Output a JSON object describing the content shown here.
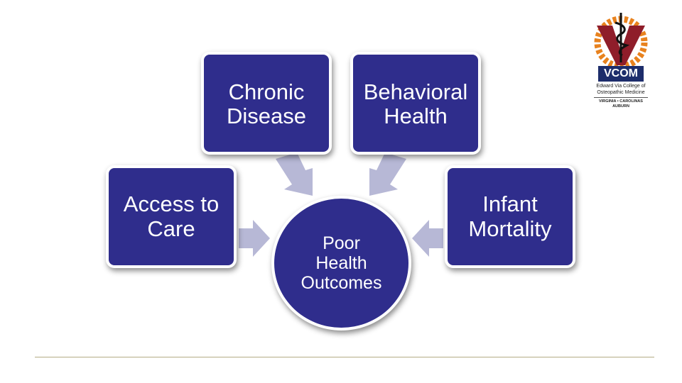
{
  "diagram": {
    "center": "Poor\nHealth\nOutcomes",
    "nodes": {
      "chronic": "Chronic\nDisease",
      "behavioral": "Behavioral\nHealth",
      "access": "Access to\nCare",
      "infant": "Infant\nMortality"
    }
  },
  "logo": {
    "acronym": "VCOM",
    "name": "Edward Via College of\nOsteopathic Medicine",
    "locations": "VIRGINIA • CAROLINAS\nAUBURN"
  },
  "colors": {
    "box_fill": "#2f2d8c",
    "arrow_fill": "#b7b8d6",
    "logo_red": "#8f1d2a",
    "logo_orange": "#e8821e",
    "logo_navy": "#1d2d6b",
    "footer_line": "#b3ac85"
  }
}
